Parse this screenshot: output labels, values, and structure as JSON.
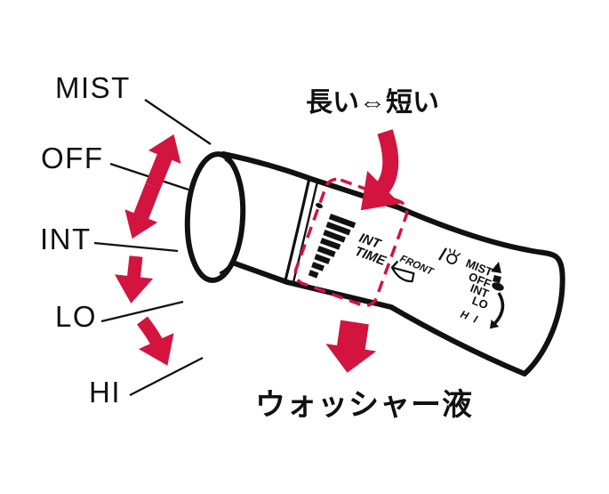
{
  "colors": {
    "accent_red": "#d2143f",
    "ink": "#111111",
    "background": "#ffffff"
  },
  "left_labels": {
    "mist": "MIST",
    "off": "OFF",
    "int": "INT",
    "lo": "LO",
    "hi": "HI"
  },
  "captions": {
    "interval_adjust": "長い⇔短い",
    "washer": "ウォッシャー液"
  },
  "stalk": {
    "ring_label_line1": "INT",
    "ring_label_line2": "TIME",
    "front_label": "FRONT",
    "positions": {
      "mist": "MIST",
      "off": "OFF",
      "int": "INT",
      "lo": "LO",
      "hi": "H I"
    }
  },
  "icons": {
    "front_wiper": "front-wiper-icon",
    "washer_spray": "washer-spray-icon",
    "mist_up_mark": "triangle-up-icon",
    "off_mark": "square-mark-icon",
    "int_mark": "oval-mark-icon",
    "range_arrow": "curved-arrow-down-icon"
  }
}
